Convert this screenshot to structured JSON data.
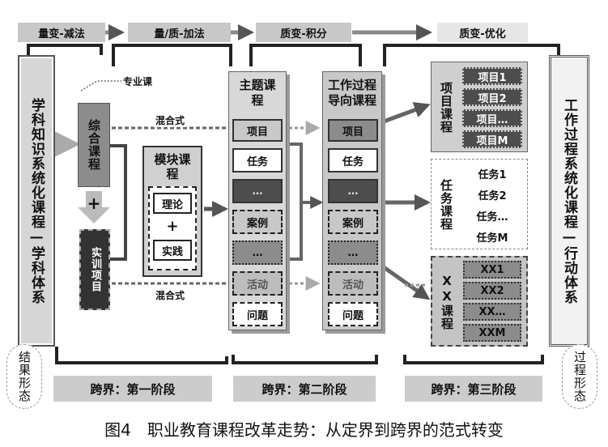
{
  "stages_top": [
    "量变-减法",
    "量/质-加法",
    "质变-积分",
    "质变-优化"
  ],
  "left_column": "学科知识系统化课程—学科体系",
  "right_column": "工作过程系统化课程—行动体系",
  "result_left": "结果形态",
  "result_right": "过程形态",
  "zhuanye_label": "专业课",
  "zonghe_label": "综合课程",
  "plus_sign": "+",
  "shixun_label": "实训项目",
  "hunhe_top": "混合式",
  "hunhe_bottom": "混合式",
  "mokuai": {
    "title": "模块课程",
    "theory": "理论",
    "plus": "+",
    "practice": "实践"
  },
  "zhuti": {
    "title": "主题课程",
    "items": [
      "项目",
      "任务",
      "…",
      "案例",
      "…",
      "活动",
      "问题"
    ]
  },
  "gongzuo": {
    "title": "工作过程导向课程",
    "items": [
      "项目",
      "任务",
      "…",
      "案例",
      "…",
      "活动",
      "问题"
    ]
  },
  "xiangmu": {
    "title": "项目课程",
    "items": [
      "项目1",
      "项目2",
      "项目…",
      "项目M"
    ]
  },
  "renwu": {
    "title": "任务课程",
    "items": [
      "任务1",
      "任务2",
      "任务…",
      "任务M"
    ]
  },
  "xx": {
    "title": "XX课程",
    "items": [
      "XX1",
      "XX2",
      "XX…",
      "XXM"
    ]
  },
  "stages_bottom": [
    "跨界：第一阶段",
    "跨界：第二阶段",
    "跨界：第三阶段"
  ],
  "caption": "图4　职业教育课程改革走势：从定界到跨界的范式转变",
  "colors": {
    "dark": "#4d4d4d",
    "mid": "#8c8c8c",
    "light": "#c8c8c8"
  }
}
